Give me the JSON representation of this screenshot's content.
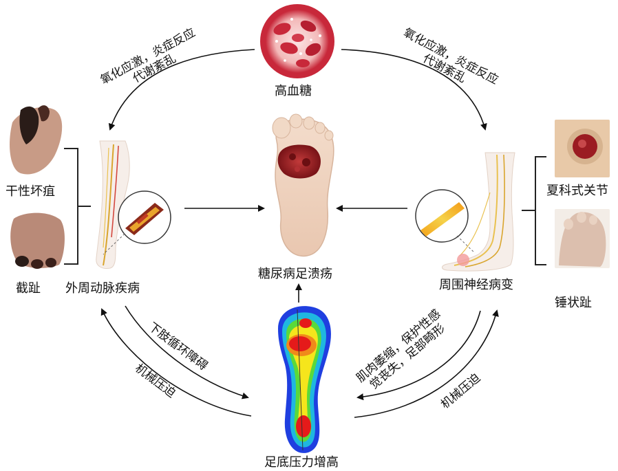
{
  "labels": {
    "hyperglycemia": "高血糖",
    "foot_ulcer": "糖尿病足溃疡",
    "pad": "外周动脉疾病",
    "neuropathy": "周围神经病变",
    "plantar_pressure": "足底压力增高",
    "dry_gangrene": "干性坏疽",
    "amputation": "截趾",
    "charcot": "夏科式关节",
    "hammer_toe": "锤状趾"
  },
  "arrows": {
    "left_top_line1": "氧化应激，炎症反应",
    "left_top_line2": "代谢紊乱",
    "right_top_line1": "氧化应激，炎症反应",
    "right_top_line2": "代谢紊乱",
    "circulation": "下肢循环障碍",
    "left_compression": "机械压迫",
    "right_compression": "机械压迫",
    "muscle_line1": "肌肉萎缩，保护性感",
    "muscle_line2": "觉丧失，足部畸形"
  },
  "colors": {
    "blood_red": "#c8283a",
    "skin": "#f1d9c6",
    "ulcer": "#9b1c22",
    "heat_red": "#e51a1a",
    "heat_yellow": "#f5e51c",
    "heat_blue": "#1f3fe0"
  }
}
